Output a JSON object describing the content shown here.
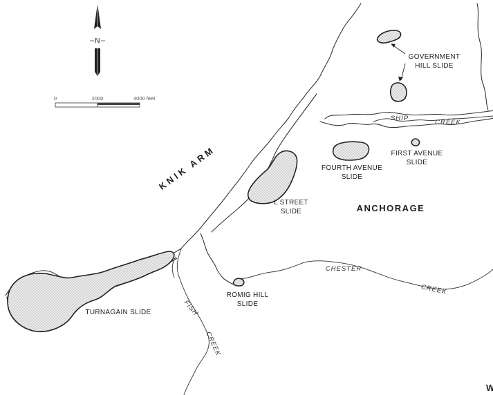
{
  "map": {
    "north_arrow": {
      "label": "N"
    },
    "scale_bar": {
      "ticks": [
        "0",
        "2000",
        "4000 feet"
      ]
    },
    "water": {
      "knik_arm": "KNIK ARM"
    },
    "city": {
      "name": "ANCHORAGE"
    },
    "creeks": {
      "ship": [
        "SHIP",
        "CREEK"
      ],
      "chester": [
        "CHESTER",
        "CREEK"
      ],
      "fish": [
        "FISH",
        "CREEK"
      ]
    },
    "slides": {
      "government_hill": [
        "GOVERNMENT",
        "HILL SLIDE"
      ],
      "first_avenue": [
        "FIRST AVENUE",
        "SLIDE"
      ],
      "fourth_avenue": [
        "FOURTH AVENUE",
        "SLIDE"
      ],
      "l_street": [
        "L STREET",
        "SLIDE"
      ],
      "romig_hill": [
        "ROMIG HILL",
        "SLIDE"
      ],
      "turnagain": "TURNAGAIN SLIDE"
    },
    "corner_fragment": "W"
  }
}
